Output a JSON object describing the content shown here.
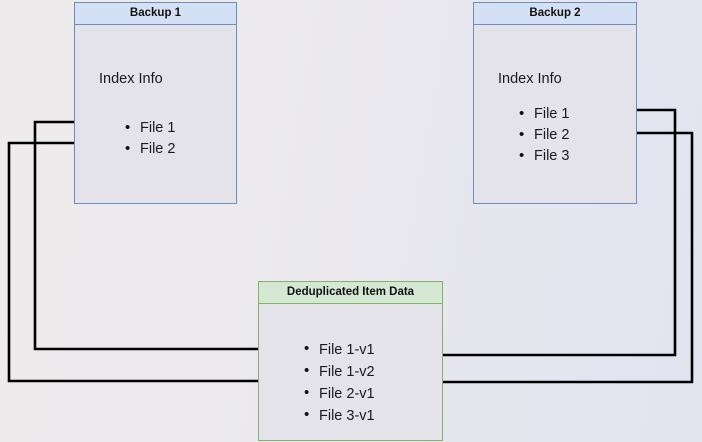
{
  "diagram": {
    "title_semantics": "backup-deduplication-diagram",
    "background_color": "#edebeb",
    "colors": {
      "blue_border": "#6c8ebf",
      "blue_header_fill": "#d4e1f5",
      "green_border": "#82b366",
      "green_header_fill": "#d5e8d4",
      "body_fill": "#e4e3ea",
      "connector": "#000000"
    }
  },
  "backup1": {
    "header": "Backup 1",
    "index_label": "Index Info",
    "files": [
      {
        "label": "File 1"
      },
      {
        "label": "File 2"
      }
    ]
  },
  "backup2": {
    "header": "Backup 2",
    "index_label": "Index Info",
    "files": [
      {
        "label": "File 1"
      },
      {
        "label": "File 2"
      },
      {
        "label": "File 3"
      }
    ]
  },
  "dedup": {
    "header": "Deduplicated Item Data",
    "items": [
      {
        "label": "File 1-v1"
      },
      {
        "label": "File 1-v2"
      },
      {
        "label": "File 2-v1"
      },
      {
        "label": "File 3-v1"
      }
    ]
  },
  "connectors": [
    {
      "name": "backup1-file1-to-file1v1",
      "from": "Backup 1 / File 1",
      "to": "File 1-v1",
      "side": "left"
    },
    {
      "name": "backup1-file2-to-file2v1",
      "from": "Backup 1 / File 2",
      "to": "File 2-v1",
      "side": "left"
    },
    {
      "name": "backup2-file1-to-file1v2",
      "from": "Backup 2 / File 1",
      "to": "File 1-v2",
      "side": "right"
    },
    {
      "name": "backup2-file2-to-file2v1",
      "from": "Backup 2 / File 2",
      "to": "File 2-v1",
      "side": "right"
    }
  ]
}
